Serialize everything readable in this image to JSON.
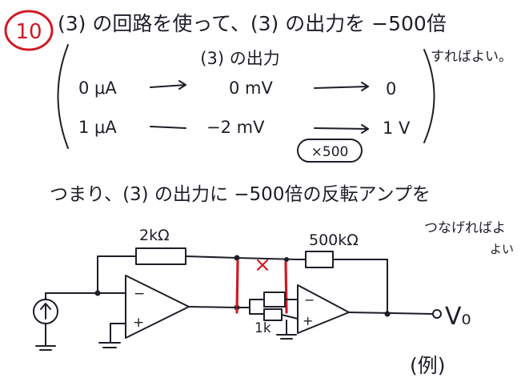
{
  "problem": {
    "number": "10",
    "line1": "(3) の回路を使って、(3) の出力を −500倍",
    "line1_cont": "すればよい。"
  },
  "table": {
    "header": "(3) の出力",
    "rows": [
      {
        "input": "0 μA",
        "mid": "0 mV",
        "out": "0"
      },
      {
        "input": "1 μA",
        "mid": "−2 mV",
        "out": "1 V"
      }
    ],
    "gain_label": "×500"
  },
  "statement": {
    "line": "つまり、(3) の出力に −500倍の反転アンプを",
    "cont1": "つなげればよ",
    "cont2": "よい"
  },
  "circuit": {
    "r_feedback1": "2kΩ",
    "r_feedback2": "500kΩ",
    "r_bias": "1k",
    "opamp1_minus": "−",
    "opamp1_plus": "+",
    "opamp2_minus": "−",
    "opamp2_plus": "+",
    "output_label": "V₀",
    "cross_mark": "×"
  },
  "example_label": "(例)",
  "colors": {
    "ink": "#1e1e28",
    "red": "#d01a24"
  }
}
